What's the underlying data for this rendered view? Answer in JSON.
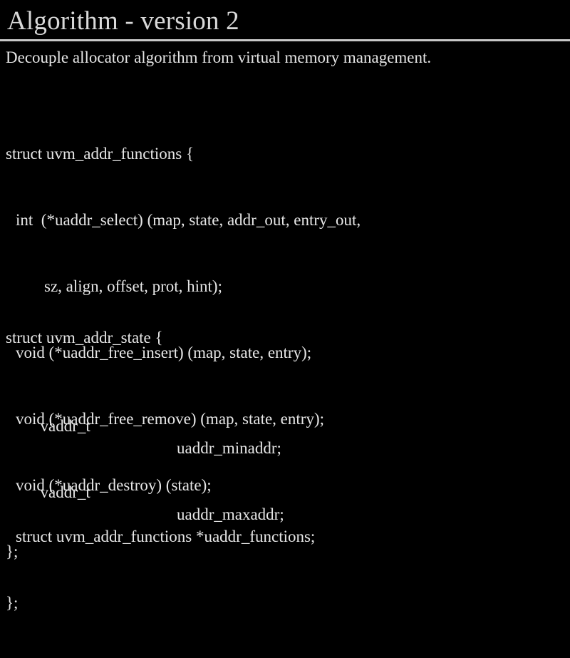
{
  "slide": {
    "title": "Algorithm - version 2",
    "subtitle": "Decouple allocator algorithm from virtual memory management."
  },
  "struct_functions": {
    "lines": [
      "struct uvm_addr_functions {",
      "int  (*uaddr_select) (map, state, addr_out, entry_out,",
      "sz, align, offset, prot, hint);",
      "void (*uaddr_free_insert) (map, state, entry);",
      "void (*uaddr_free_remove) (map, state, entry);",
      "void (*uaddr_destroy) (state);",
      "};"
    ]
  },
  "struct_state": {
    "open": "struct uvm_addr_state {",
    "fields": [
      {
        "type": "vaddr_t",
        "name": "uaddr_minaddr;"
      },
      {
        "type": "vaddr_t",
        "name": "uaddr_maxaddr;"
      }
    ],
    "functions_field": "struct uvm_addr_functions *uaddr_functions;",
    "close": "};"
  }
}
